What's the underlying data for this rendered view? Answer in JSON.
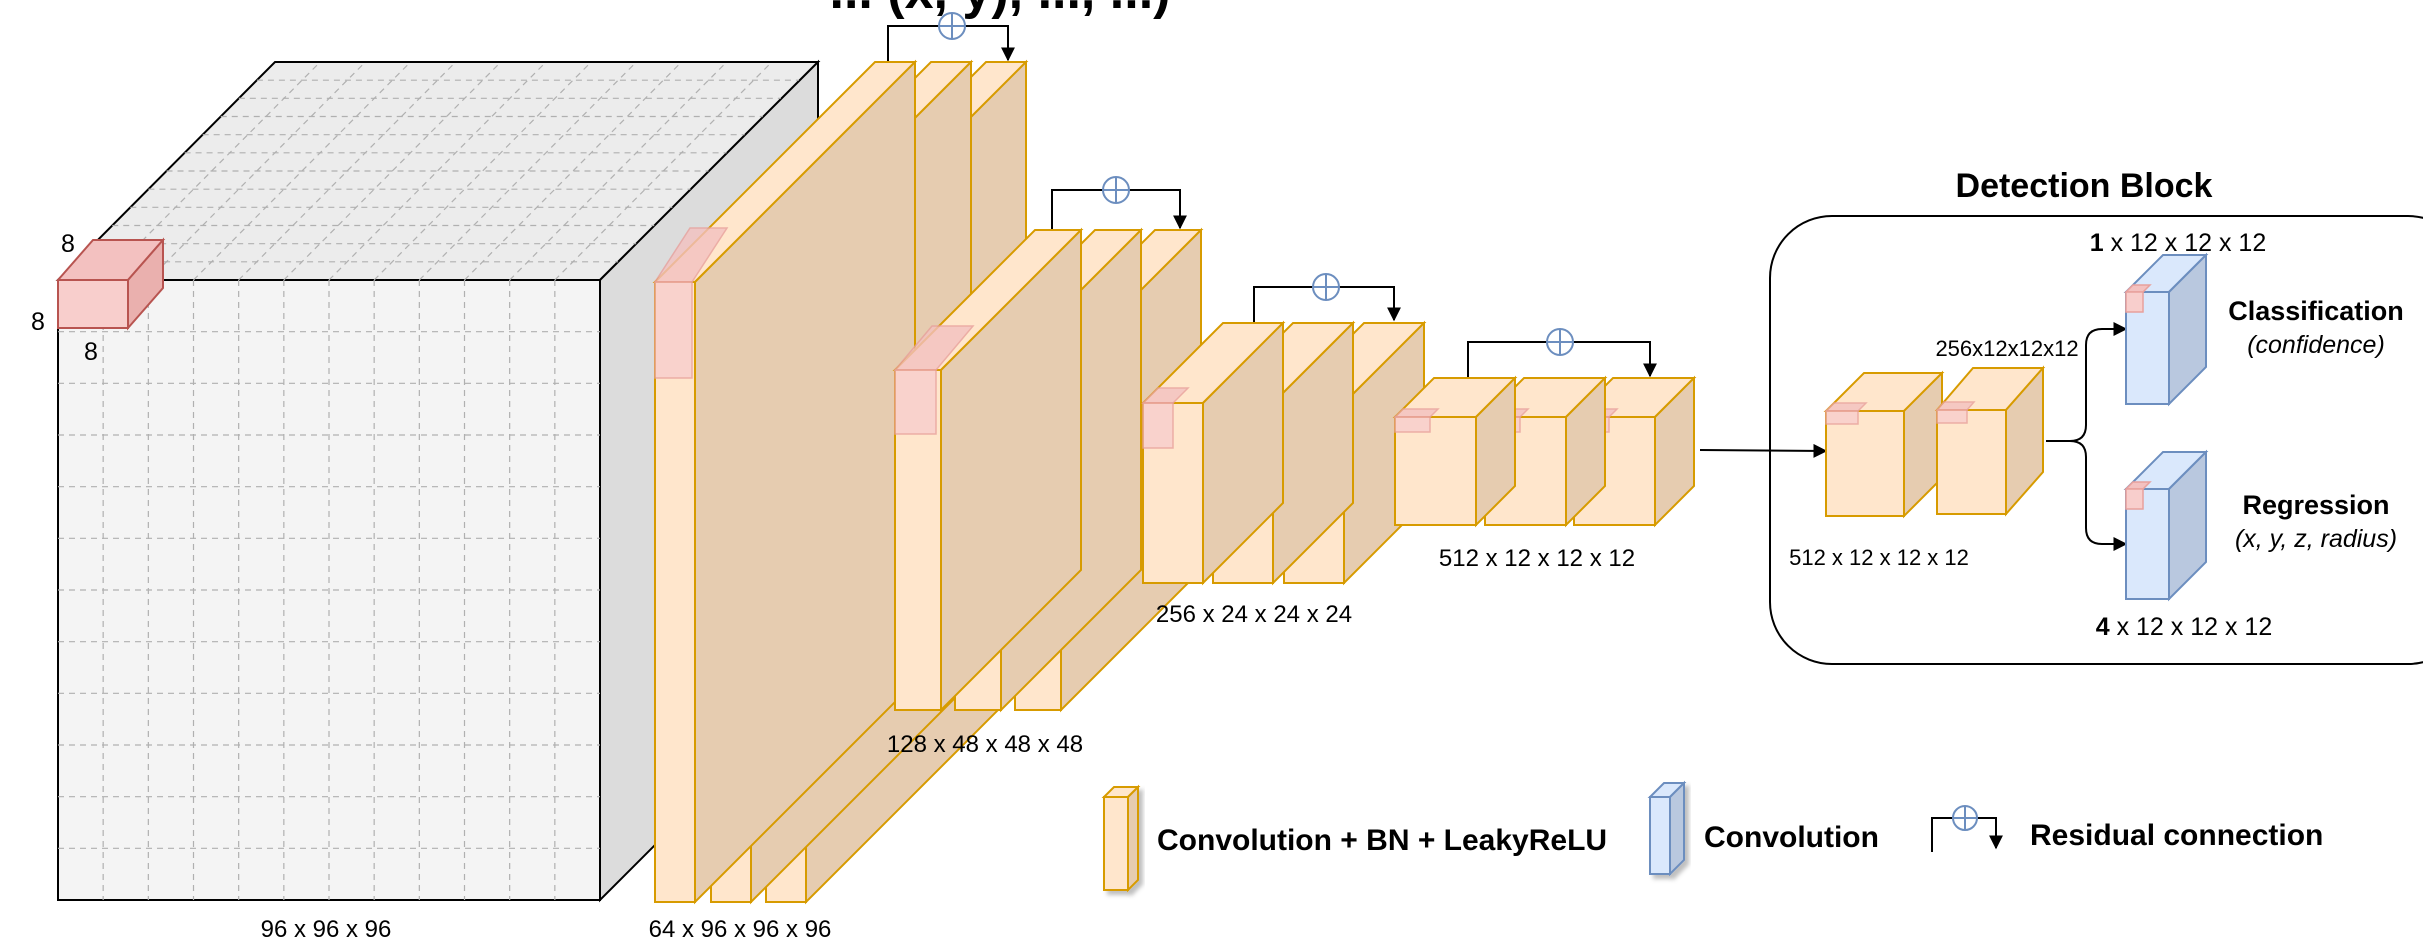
{
  "title": "... (x, y), ..., ...)",
  "input_block": {
    "dims": "96 x 96 x 96",
    "kernel": {
      "top": "8",
      "left": "8",
      "bottom": "8"
    }
  },
  "stages": [
    {
      "dims": "64 x 96 x 96 x 96"
    },
    {
      "dims": "128 x 48 x 48 x 48"
    },
    {
      "dims": "256 x 24 x 24 x 24"
    },
    {
      "dims": "512 x 12 x 12 x 12"
    }
  ],
  "detection_block": {
    "title": "Detection Block",
    "input_dims": "512 x 12 x 12 x 12",
    "hidden_dims": "256x12x12x12",
    "classification": {
      "head": "Classification",
      "sub": "(confidence)",
      "dims_bold": "1",
      "dims_rest": " x 12 x 12 x 12"
    },
    "regression": {
      "head": "Regression",
      "sub": "(x, y, z, radius)",
      "dims_bold": "4",
      "dims_rest": " x 12 x 12 x 12"
    }
  },
  "legend": {
    "conv_bn": "Convolution + BN + LeakyReLU",
    "conv": "Convolution",
    "residual": "Residual connection"
  },
  "colors": {
    "orange_fill": "#ffe6cc",
    "orange_stroke": "#d79b00",
    "red_fill": "#f8cecc",
    "red_stroke": "#b85450",
    "blue_fill": "#dae8fc",
    "blue_stroke": "#6c8ebf",
    "grid": "#b0b0b0"
  }
}
